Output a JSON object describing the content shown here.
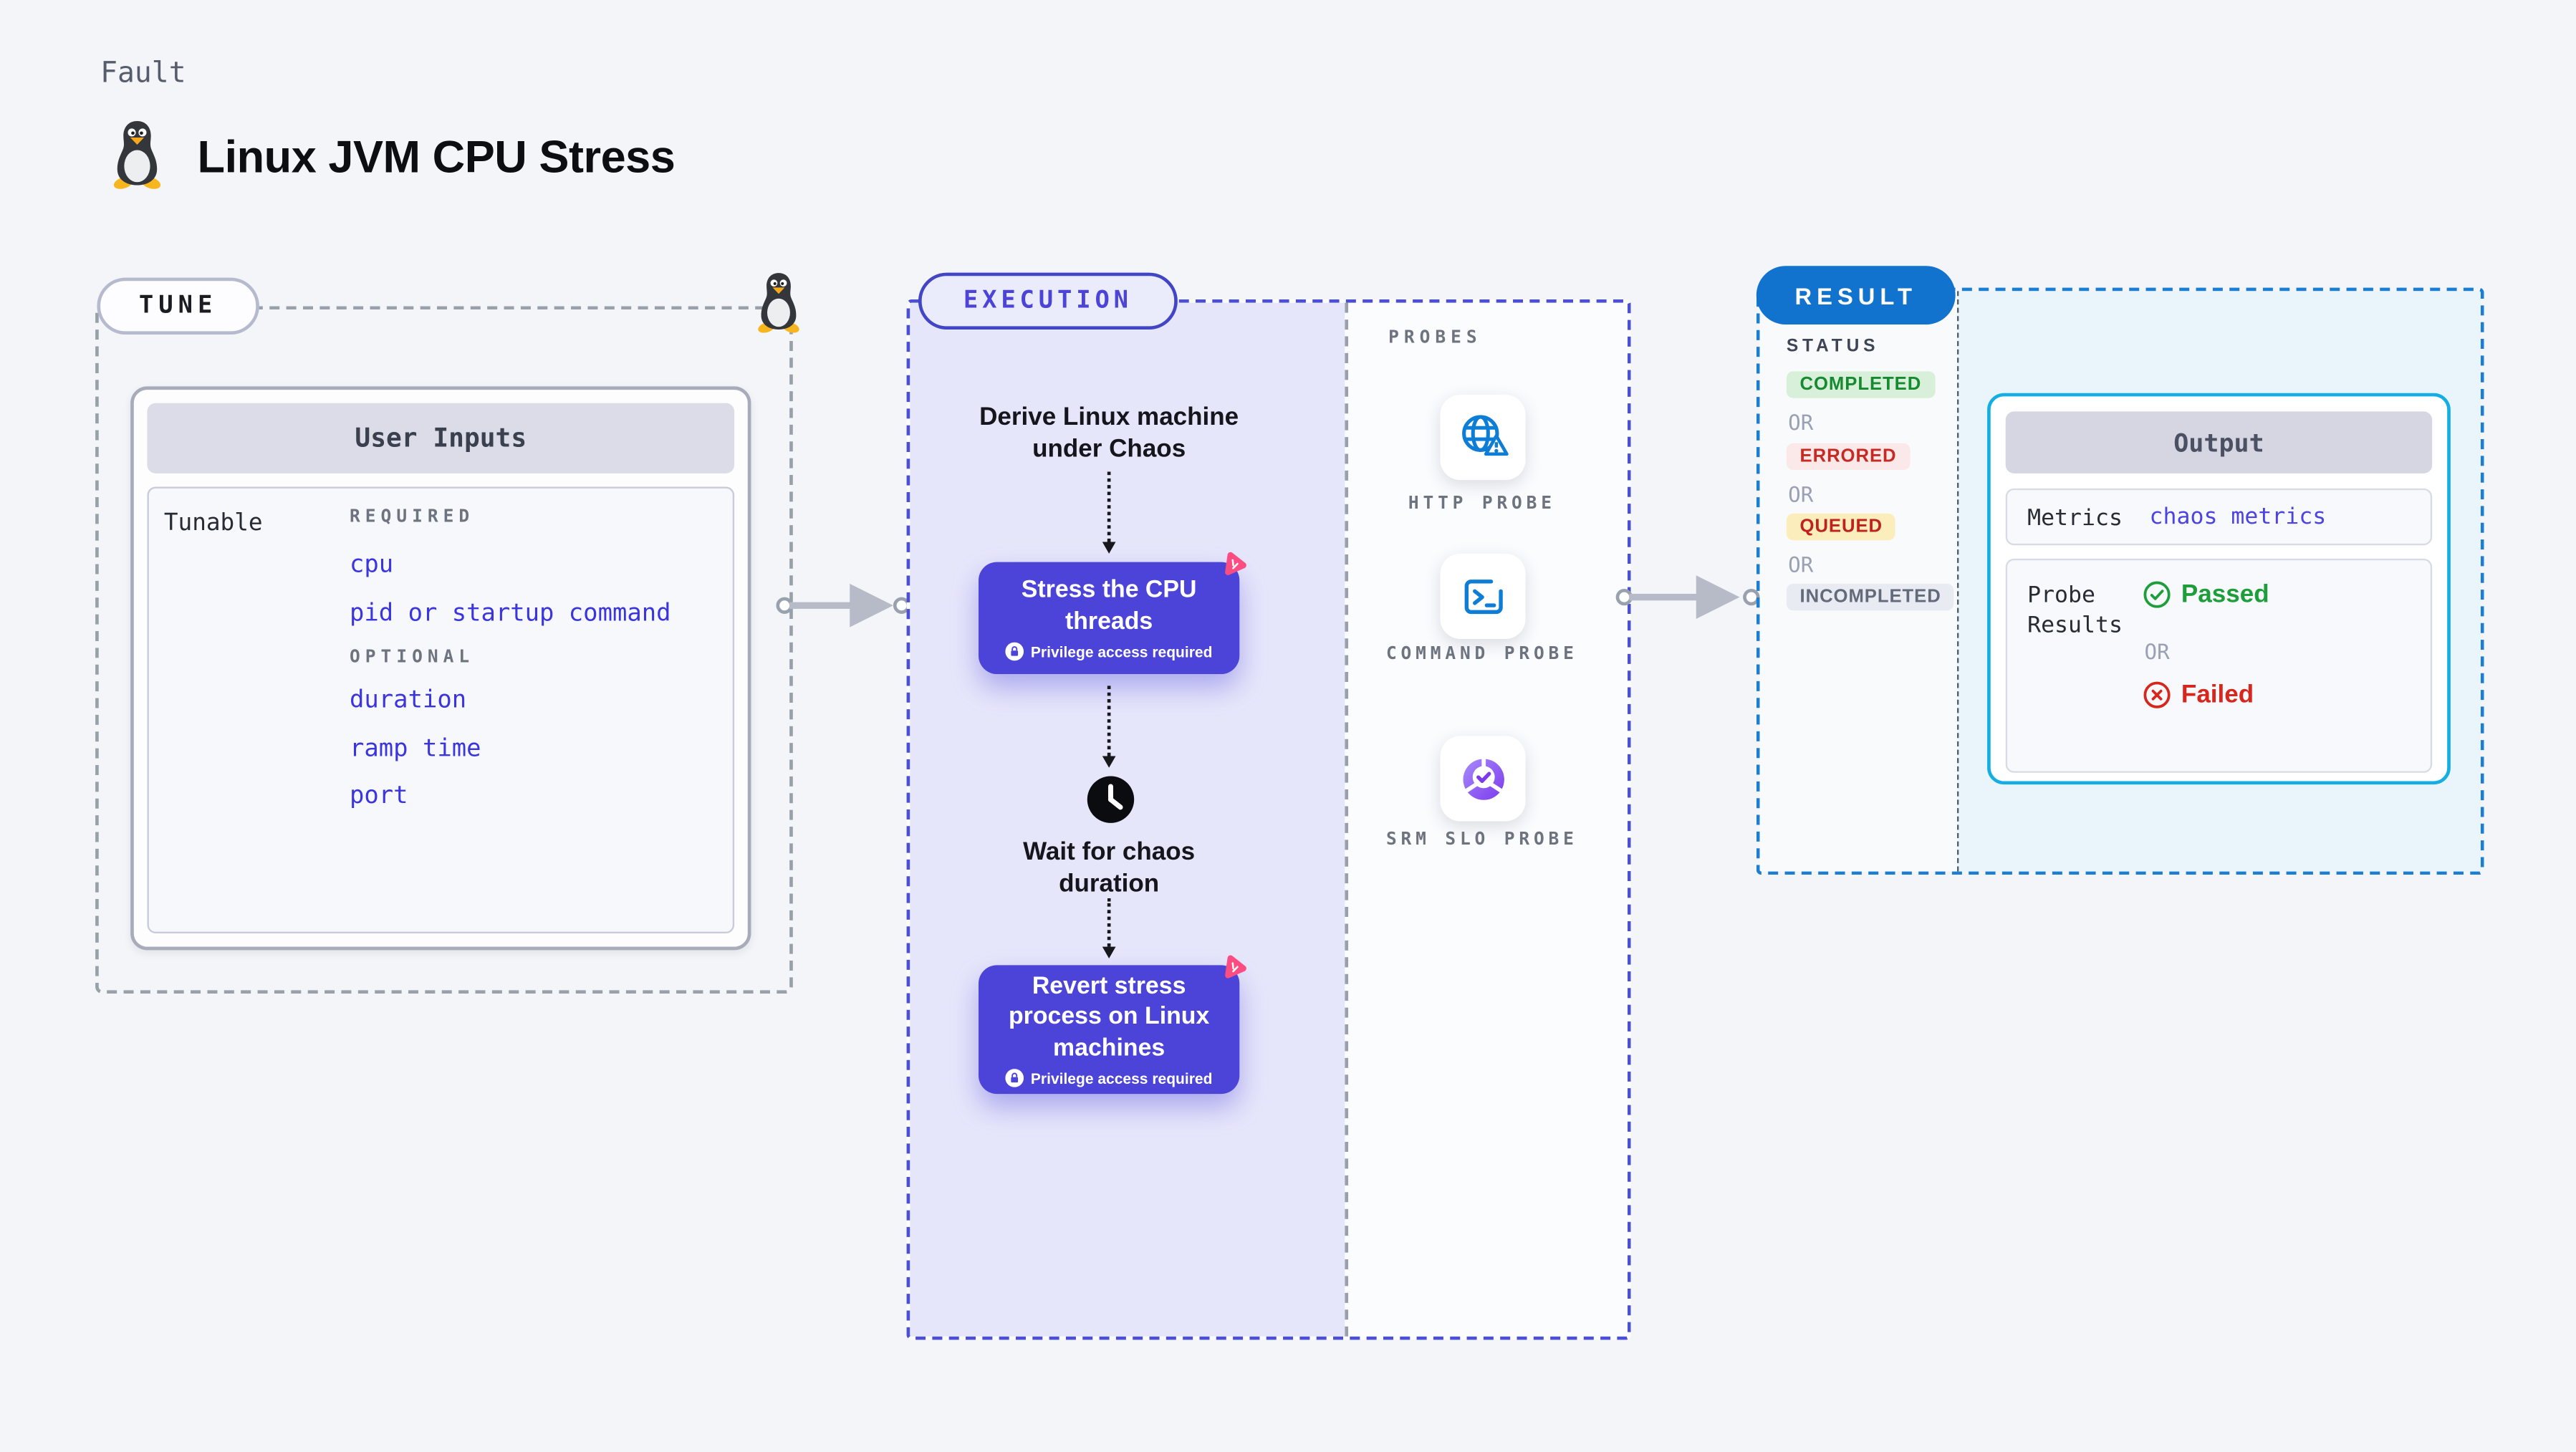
{
  "header": {
    "kicker": "Fault",
    "title": "Linux JVM CPU Stress",
    "title_icon": "tux-penguin-icon"
  },
  "tune": {
    "badge": "TUNE",
    "corner_icon": "tux-penguin-icon",
    "card_title": "User Inputs",
    "row_label": "Tunable",
    "groups": [
      {
        "heading": "REQUIRED",
        "items": [
          "cpu",
          "pid or startup command"
        ]
      },
      {
        "heading": "OPTIONAL",
        "items": [
          "duration",
          "ramp time",
          "port"
        ]
      }
    ]
  },
  "execution": {
    "badge": "EXECUTION",
    "entry_label": "Derive Linux machine under Chaos",
    "nodes": [
      {
        "label": "Stress the CPU threads",
        "note": "Privilege access required"
      },
      {
        "label": "Wait for chaos duration"
      },
      {
        "label": "Revert stress process on Linux machines",
        "note": "Privilege access required"
      }
    ]
  },
  "probes": {
    "heading": "PROBES",
    "items": [
      {
        "label": "HTTP PROBE",
        "icon": "globe-alert-icon"
      },
      {
        "label": "COMMAND PROBE",
        "icon": "terminal-icon"
      },
      {
        "label": "SRM SLO PROBE",
        "icon": "slo-donut-icon"
      }
    ]
  },
  "result": {
    "badge": "RESULT",
    "status_heading": "STATUS",
    "or_label": "OR",
    "statuses": [
      "COMPLETED",
      "ERRORED",
      "QUEUED",
      "INCOMPLETED"
    ],
    "output": {
      "title": "Output",
      "metrics_label": "Metrics",
      "metrics_value": "chaos metrics",
      "probe_results_label": "Probe Results",
      "passed_label": "Passed",
      "failed_label": "Failed"
    }
  },
  "colors": {
    "accent-indigo": "#4c44d8",
    "accent-blue": "#1173cd",
    "accent-cyan": "#14aee4",
    "link-blue": "#3b35e0",
    "probe-blue": "#0d7dd6",
    "pink": "#fb4d82",
    "green": "#1d9e3a",
    "red": "#d7271d",
    "status-completed-fg": "#178a31",
    "status-completed-bg": "#d8f0da",
    "status-errored-fg": "#c62a23",
    "status-errored-bg": "#fbe9e9",
    "status-queued-fg": "#bf211c",
    "status-queued-bg": "#fceebc",
    "status-incompleted-fg": "#636a7c",
    "status-incompleted-bg": "#e9ebf2"
  }
}
